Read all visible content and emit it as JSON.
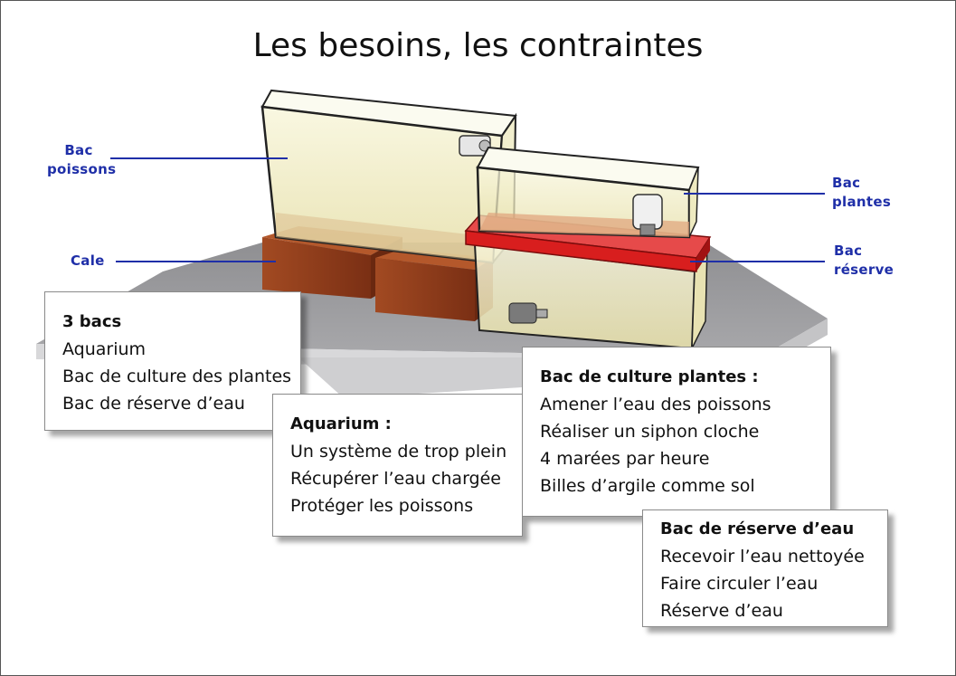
{
  "title": "Les besoins, les contraintes",
  "labels": {
    "bac_poissons": [
      "Bac",
      "poissons"
    ],
    "cale": "Cale",
    "bac_plantes": [
      "Bac",
      "plantes"
    ],
    "bac_reserve": [
      "Bac",
      "réserve"
    ]
  },
  "boxes": {
    "bacs": {
      "heading": "3 bacs",
      "lines": [
        "Aquarium",
        "Bac de culture des plantes",
        "Bac de réserve d’eau"
      ]
    },
    "aquarium": {
      "heading": "Aquarium :",
      "lines": [
        "Un système de trop plein",
        "Récupérer l’eau chargée",
        "Protéger les poissons"
      ]
    },
    "culture": {
      "heading": "Bac de culture plantes :",
      "lines": [
        "Amener l’eau des poissons",
        "Réaliser un siphon cloche",
        "4 marées par heure",
        "Billes d’argile comme sol"
      ]
    },
    "reserve": {
      "heading": "Bac de réserve d’eau",
      "lines": [
        "Recevoir l’eau nettoyée",
        "Faire circuler l’eau",
        "Réserve d’eau"
      ]
    }
  },
  "colors": {
    "label_blue": "#1f2fa8",
    "tank_fill": "#f3f0c8",
    "wood": "#8b3a1c",
    "lid_red": "#d81e1e",
    "table_gray": "#9a9a9c"
  }
}
